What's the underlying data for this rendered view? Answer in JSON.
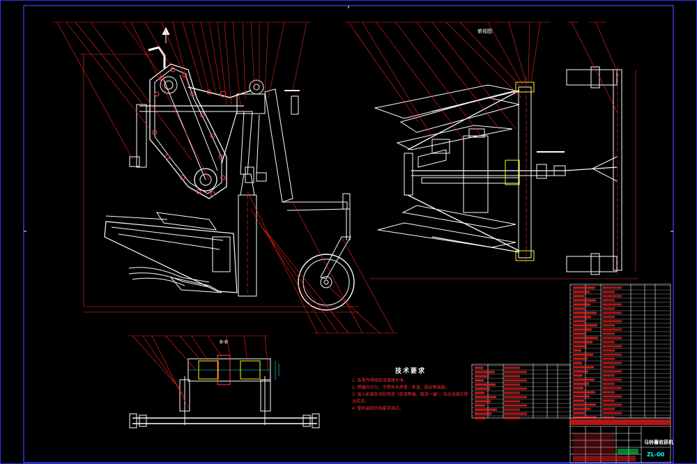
{
  "drawing": {
    "view_labels": {
      "top": "俯视图",
      "bottom": "B-B"
    },
    "technical_requirements": {
      "title": "技术要求",
      "items": [
        "1. 各零件焊接前须清理干净。",
        "2. 焊缝应均匀，不得有未焊透、夹渣、裂纹等缺陷。",
        "3. 装入机架前涂防锈漆（底漆两遍，面漆一遍），各运动部位转动灵活。",
        "4. 整机装配后按要求调试。"
      ]
    },
    "title_block": {
      "drawing_name": "马铃薯收获机",
      "drawing_number": "ZL-00"
    },
    "colors": {
      "background": "#000000",
      "part": "#ffffff",
      "callout": "#ff2020",
      "frame": "#3030ff",
      "accent": "#00ffff",
      "hatch": "#ffff00"
    }
  }
}
